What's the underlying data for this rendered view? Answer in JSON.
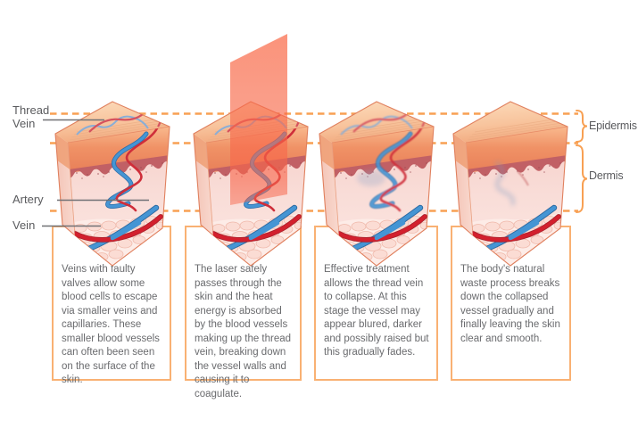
{
  "diagram_subject": "Laser treatment of thread veins in skin (4 stages)",
  "annotations": {
    "thread_vein": "Thread Vein",
    "artery": "Artery",
    "vein": "Vein",
    "epidermis": "Epidermis",
    "dermis": "Dermis"
  },
  "panels": [
    {
      "caption": "Veins with faulty valves allow some blood cells to escape via smaller veins and capillaries. These smaller blood vessels can often been seen on the surface of the skin."
    },
    {
      "caption": "The laser safely passes through the skin and the heat energy is absorbed by the blood vessels making up the thread vein, breaking down the vessel walls and causing it to coagulate."
    },
    {
      "caption": "Effective treatment allows the thread vein to collapse. At this stage the vessel may appear blured, darker and possibly raised but this gradually fades."
    },
    {
      "caption": "The body's natural waste process breaks down the collapsed vessel gradually and finally leaving the skin clear and smooth."
    }
  ],
  "colors": {
    "box_border": "#F9B173",
    "dashed_line": "#F8A053",
    "brace": "#F8A053",
    "leader_line": "#707175",
    "label_text": "#5A5B5E",
    "caption_text": "#6A6B6E",
    "artery_red": "#D3202E",
    "vein_blue": "#4595D4",
    "thread_vein_blue": "#8AAED6",
    "laser_beam": "#F8654A",
    "epidermis_orange": "#F09467",
    "dermis_pink": "#F7D7D1"
  }
}
